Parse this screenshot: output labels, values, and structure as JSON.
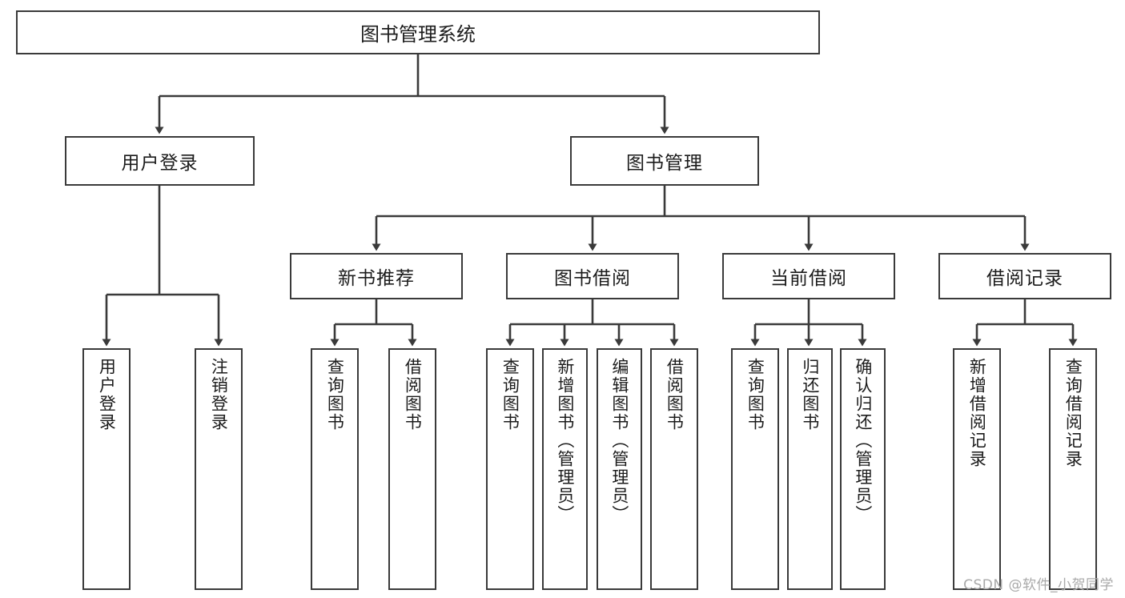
{
  "diagram": {
    "title": "图书管理系统",
    "type": "tree",
    "root": {
      "label": "图书管理系统"
    },
    "level2": [
      {
        "id": "user-login",
        "label": "用户登录"
      },
      {
        "id": "book-manage",
        "label": "图书管理"
      }
    ],
    "level3": [
      {
        "id": "new-book-rec",
        "label": "新书推荐"
      },
      {
        "id": "book-borrow",
        "label": "图书借阅"
      },
      {
        "id": "current-borrow",
        "label": "当前借阅"
      },
      {
        "id": "borrow-record",
        "label": "借阅记录"
      }
    ],
    "leaves": [
      {
        "id": "leaf-user-login",
        "label": "用户登录"
      },
      {
        "id": "leaf-logout",
        "label": "注销登录"
      },
      {
        "id": "leaf-query-book-1",
        "label": "查询图书"
      },
      {
        "id": "leaf-borrow-book-1",
        "label": "借阅图书"
      },
      {
        "id": "leaf-query-book-2",
        "label": "查询图书"
      },
      {
        "id": "leaf-add-book",
        "label": "新增图书（管理员）"
      },
      {
        "id": "leaf-edit-book",
        "label": "编辑图书（管理员）"
      },
      {
        "id": "leaf-borrow-book-2",
        "label": "借阅图书"
      },
      {
        "id": "leaf-query-book-3",
        "label": "查询图书"
      },
      {
        "id": "leaf-return-book",
        "label": "归还图书"
      },
      {
        "id": "leaf-confirm-return",
        "label": "确认归还（管理员）"
      },
      {
        "id": "leaf-add-record",
        "label": "新增借阅记录"
      },
      {
        "id": "leaf-query-record",
        "label": "查询借阅记录"
      }
    ],
    "colors": {
      "stroke": "#3a3a3a",
      "text": "#1c1c1c",
      "background": "#ffffff",
      "watermark": "#a9a9a9"
    }
  },
  "watermark": {
    "text": "CSDN @软件_小贺同学"
  }
}
